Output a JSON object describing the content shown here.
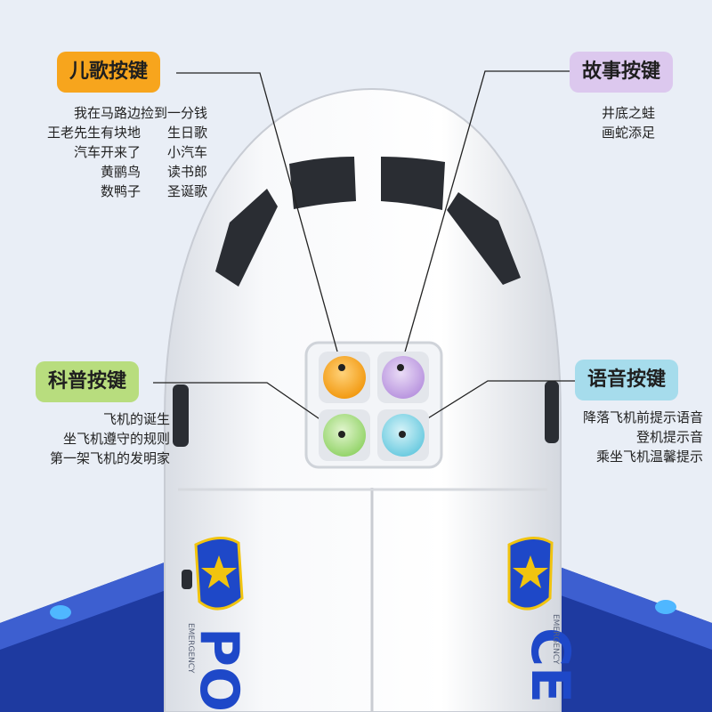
{
  "labels": {
    "nursery": "儿歌按键",
    "story": "故事按键",
    "science": "科普按键",
    "voice": "语音按键"
  },
  "nursery_songs": {
    "left": [
      "我在马路边捡到一分钱",
      "王老先生有块地",
      "汽车开来了",
      "黄鹂鸟",
      "数鸭子"
    ],
    "right": [
      "",
      "生日歌",
      "小汽车",
      "读书郎",
      "圣诞歌"
    ]
  },
  "stories": [
    "井底之蛙",
    "画蛇添足"
  ],
  "science_topics": [
    "飞机的诞生",
    "坐飞机遵守的规则",
    "第一架飞机的发明家"
  ],
  "voice_prompts": [
    "降落飞机前提示语音",
    "登机提示音",
    "乘坐飞机温馨提示"
  ],
  "fuselage_text": {
    "left_letters": "PO",
    "right_letters": "CE",
    "left_small": "EMERGENCY",
    "right_small": "EMERGENCY"
  },
  "colors": {
    "nursery_button": "#f7a51d",
    "story_button": "#c9a9e6",
    "science_button": "#a9df87",
    "voice_button": "#8fd6e6",
    "wing": "#1e3aa0",
    "badge": "#1e48c8"
  },
  "icons": [
    "police-badge-icon",
    "star-icon"
  ]
}
